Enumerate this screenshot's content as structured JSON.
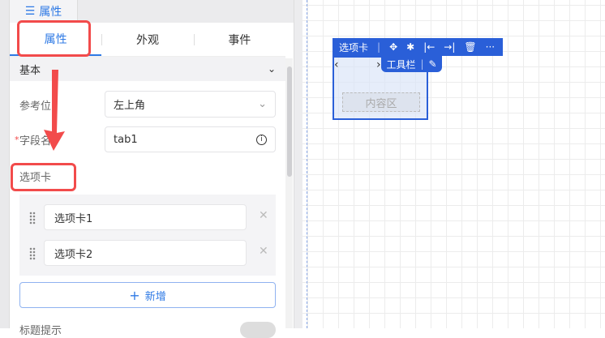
{
  "top_tab": {
    "label": "属性",
    "icon": "sliders-icon"
  },
  "tabs": [
    {
      "label": "属性",
      "active": true
    },
    {
      "label": "外观"
    },
    {
      "label": "事件"
    }
  ],
  "section": {
    "title": "基本"
  },
  "fields": {
    "ref_pos": {
      "label": "参考位",
      "value": "左上角"
    },
    "field_name": {
      "label": "字段名",
      "required_mark": "*",
      "value": "tab1"
    }
  },
  "tab_list": {
    "label": "选项卡",
    "items": [
      "选项卡1",
      "选项卡2"
    ],
    "add_label": "新增",
    "add_icon": "+"
  },
  "next_label": "标题提示",
  "canvas": {
    "toolbar": {
      "title": "选项卡",
      "icons": [
        "move-icon",
        "bug-icon",
        "align-left-icon",
        "align-right-icon",
        "trash-icon",
        "more-icon"
      ]
    },
    "subbar": {
      "label": "工具栏"
    },
    "content_label": "内容区"
  },
  "colors": {
    "accent": "#2f7ae5",
    "selection": "#2a5fd8",
    "annotation": "#f24b4b"
  }
}
